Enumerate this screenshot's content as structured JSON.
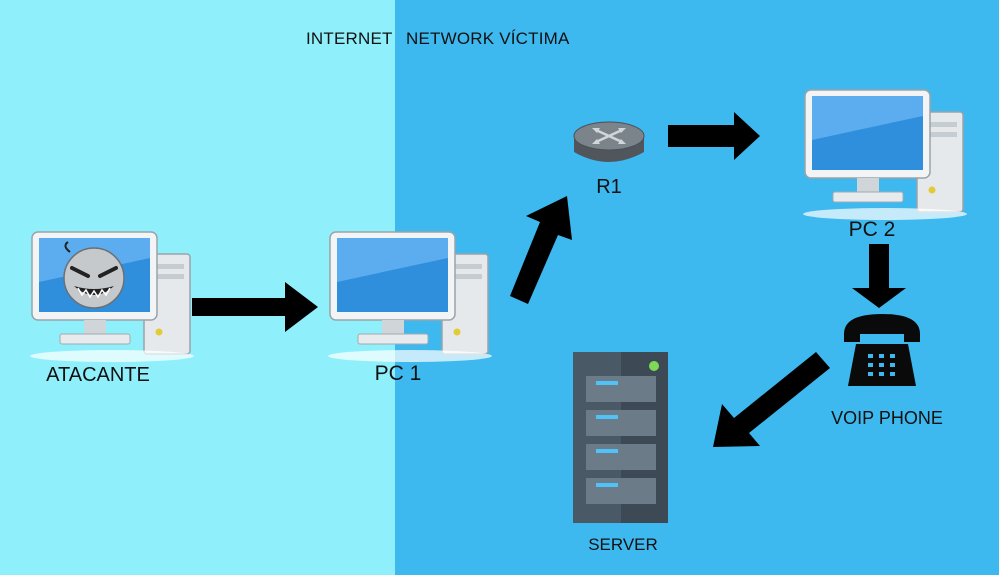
{
  "zones": {
    "internet_label": "INTERNET",
    "victim_label": "NETWORK VÍCTIMA"
  },
  "nodes": {
    "attacker": "ATACANTE",
    "pc1": "PC 1",
    "router": "R1",
    "pc2": "PC 2",
    "voip": "VOIP PHONE",
    "server": "SERVER"
  },
  "colors": {
    "internet_zone": "#8ff0fc",
    "victim_zone": "#3db9ef",
    "arrow": "#000000"
  },
  "icons": {
    "attacker": "computer-with-evil-face-icon",
    "pc": "desktop-computer-icon",
    "router": "router-icon",
    "voip": "telephone-icon",
    "server": "server-rack-icon"
  }
}
